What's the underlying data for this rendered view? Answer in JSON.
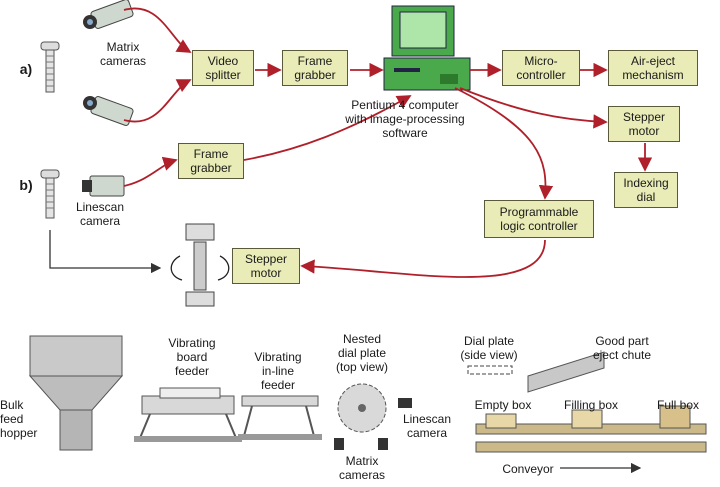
{
  "row_a_label": "a)",
  "row_b_label": "b)",
  "matrix_cameras_label": "Matrix\ncameras",
  "linescan_camera_label": "Linescan\ncamera",
  "video_splitter": "Video\nsplitter",
  "frame_grabber_a": "Frame\ngrabber",
  "frame_grabber_b": "Frame\ngrabber",
  "computer_label": "Pentium 4 computer\nwith image-processing\nsoftware",
  "microcontroller": "Micro-\ncontroller",
  "air_eject": "Air-eject\nmechanism",
  "stepper_motor_top": "Stepper\nmotor",
  "indexing_dial": "Indexing\ndial",
  "plc": "Programmable\nlogic controller",
  "stepper_motor_left": "Stepper\nmotor",
  "bulk_feed_hopper": "Bulk\nfeed\nhopper",
  "vibrating_board_feeder": "Vibrating\nboard\nfeeder",
  "vibrating_inline_feeder": "Vibrating\nin-line\nfeeder",
  "nested_dial_plate": "Nested\ndial plate\n(top view)",
  "bottom_linescan_camera": "Linescan\ncamera",
  "bottom_matrix_cameras": "Matrix\ncameras",
  "dial_plate_side": "Dial plate\n(side view)",
  "good_part_eject_chute": "Good part\neject chute",
  "empty_box": "Empty box",
  "filling_box": "Filling box",
  "full_box": "Full box",
  "conveyor": "Conveyor",
  "colors": {
    "arrow": "#b0202a",
    "box_fill": "#e9ecb6",
    "computer": "#3a9a3a"
  }
}
